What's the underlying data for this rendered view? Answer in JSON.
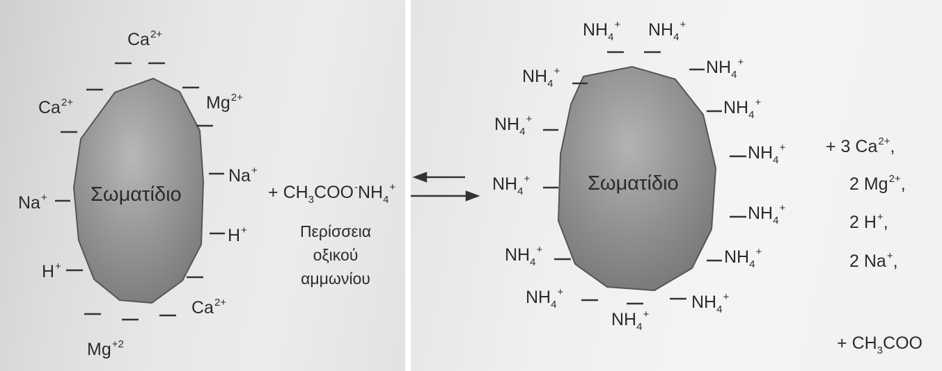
{
  "left": {
    "particle_label": "Σωματίδιο",
    "ions": [
      {
        "base": "Ca",
        "charge": "2+"
      },
      {
        "base": "Ca",
        "charge": "2+"
      },
      {
        "base": "Mg",
        "charge": "2+"
      },
      {
        "base": "Na",
        "charge": "+"
      },
      {
        "base": "Na",
        "charge": "+"
      },
      {
        "base": "H",
        "charge": "+"
      },
      {
        "base": "H",
        "charge": "+"
      },
      {
        "base": "Ca",
        "charge": "2+"
      },
      {
        "base": "Mg",
        "charge": "+2"
      }
    ]
  },
  "reagent": {
    "plus": "+",
    "formula_a": "CH",
    "formula_a_sub": "3",
    "formula_b": "COO",
    "formula_b_sup": "-",
    "formula_c": "NH",
    "formula_c_sub": "4",
    "formula_c_sup": "+",
    "note_line1": "Περίσσεια",
    "note_line2": "οξικού",
    "note_line3": "αμμωνίου"
  },
  "right": {
    "particle_label": "Σωματίδιο",
    "ammonium": {
      "base": "NH",
      "sub": "4",
      "charge": "+"
    },
    "released": [
      {
        "coef": "+ 3",
        "base": "Ca",
        "charge": "2+",
        "sep": ","
      },
      {
        "coef": "2",
        "base": "Mg",
        "charge": "2+",
        "sep": ","
      },
      {
        "coef": "2",
        "base": "H",
        "charge": "+",
        "sep": ","
      },
      {
        "coef": "2",
        "base": "Na",
        "charge": "+",
        "sep": ","
      }
    ],
    "tail_plus": "+",
    "tail_formula": "CH",
    "tail_sub": "3",
    "tail_rest": "COO"
  },
  "colors": {
    "particle_fill": "#8f8f8f",
    "particle_stroke": "#555555",
    "text": "#2b2b2b"
  }
}
